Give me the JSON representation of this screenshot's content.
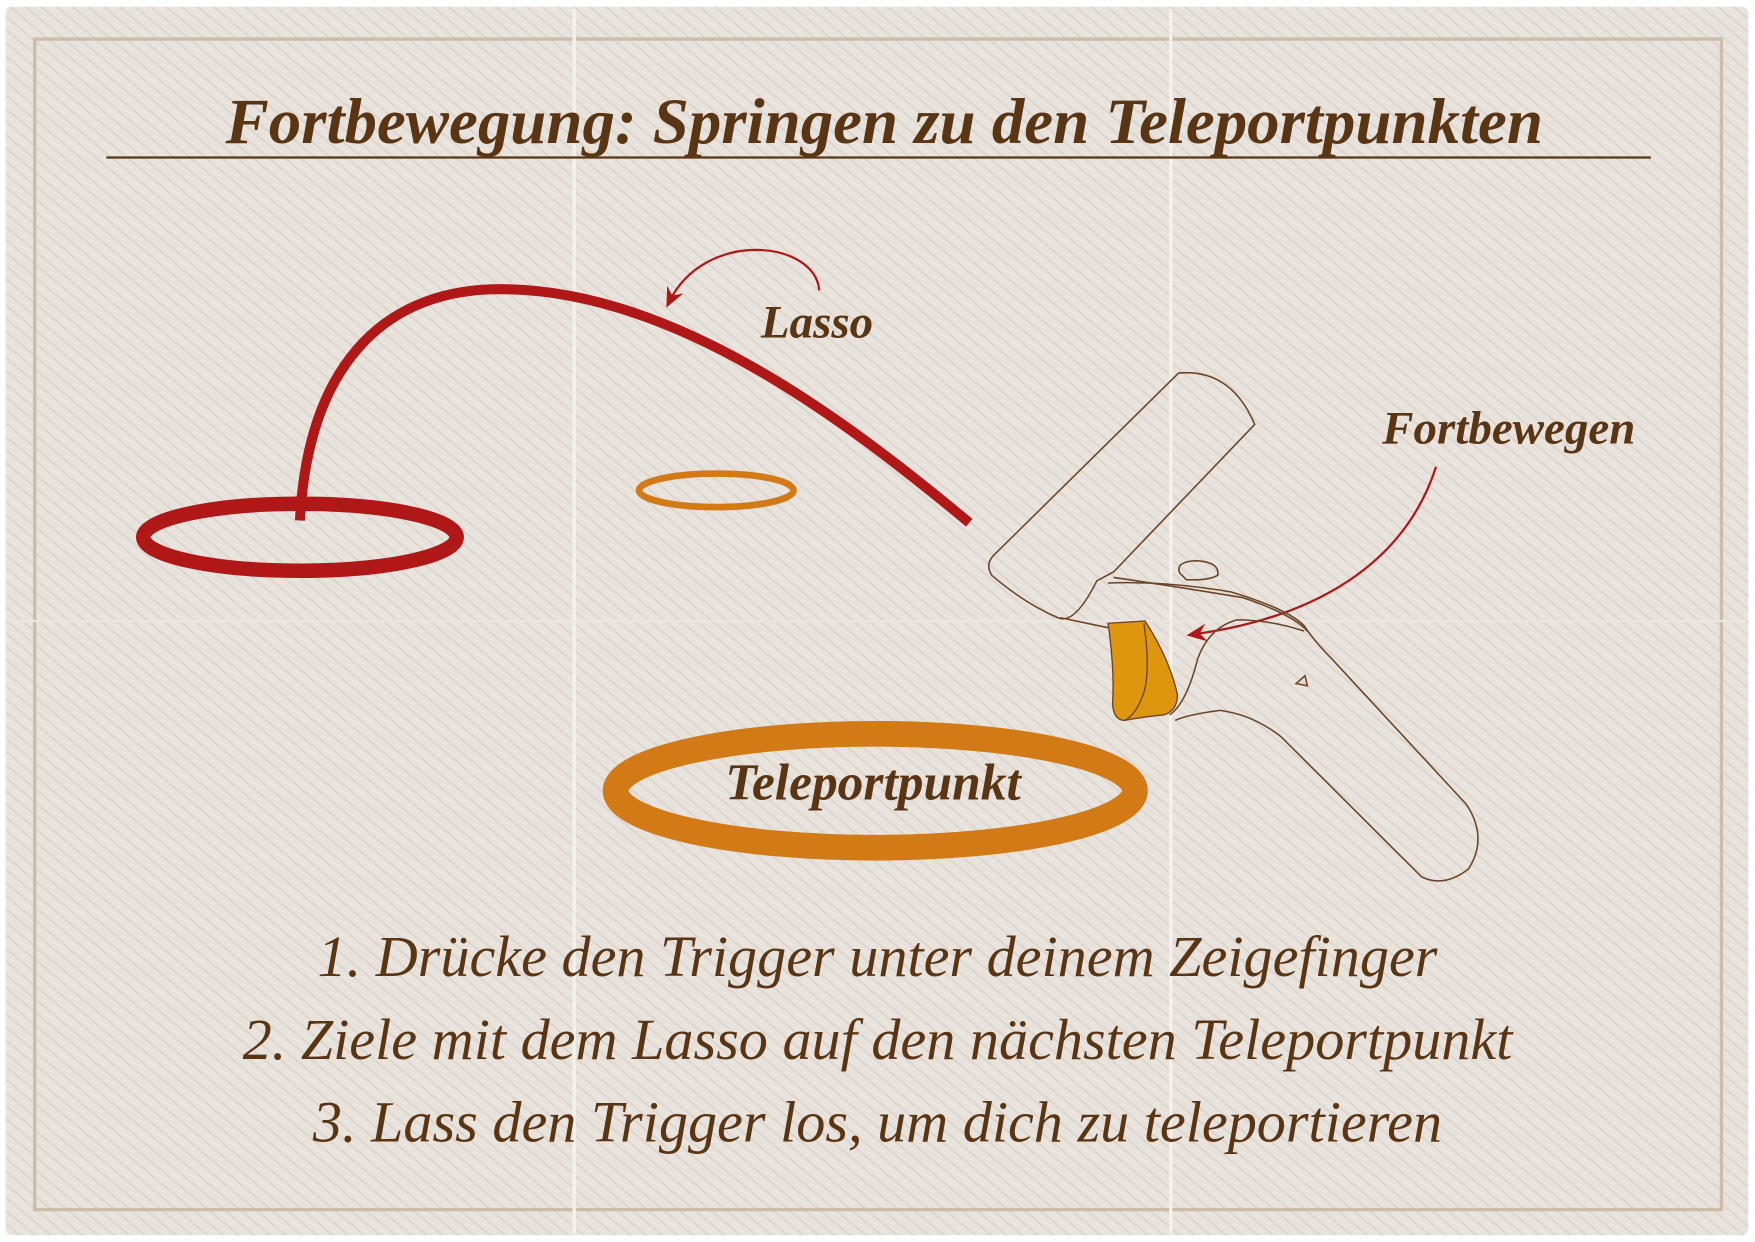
{
  "title": "Fortbewegung: Springen zu den Teleportpunkten",
  "labels": {
    "lasso": "Lasso",
    "move": "Fortbewegen",
    "teleport_point": "Teleportpunkt"
  },
  "steps": [
    "1. Drücke den Trigger unter deinem  Zeigefinger",
    "2. Ziele mit dem Lasso auf den nächsten Teleportpunkt",
    "3. Lass den Trigger los, um dich zu teleportieren"
  ],
  "colors": {
    "ink": "#5a3514",
    "red": "#b01818",
    "orange": "#d27a16",
    "paper": "#e9e3dd"
  }
}
